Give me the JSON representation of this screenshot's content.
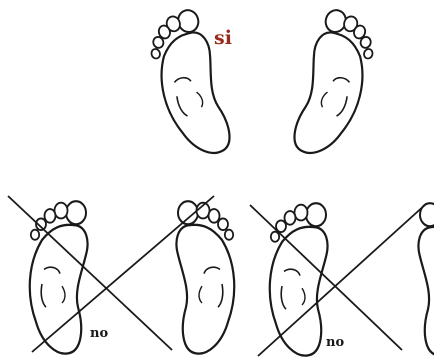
{
  "labels": {
    "correct": "si",
    "wrong_left": "no",
    "wrong_right": "no"
  },
  "colors": {
    "ink": "#1a1a1a",
    "correct_label": "#9b2a1c",
    "wrong_label": "#1a1a1a"
  }
}
